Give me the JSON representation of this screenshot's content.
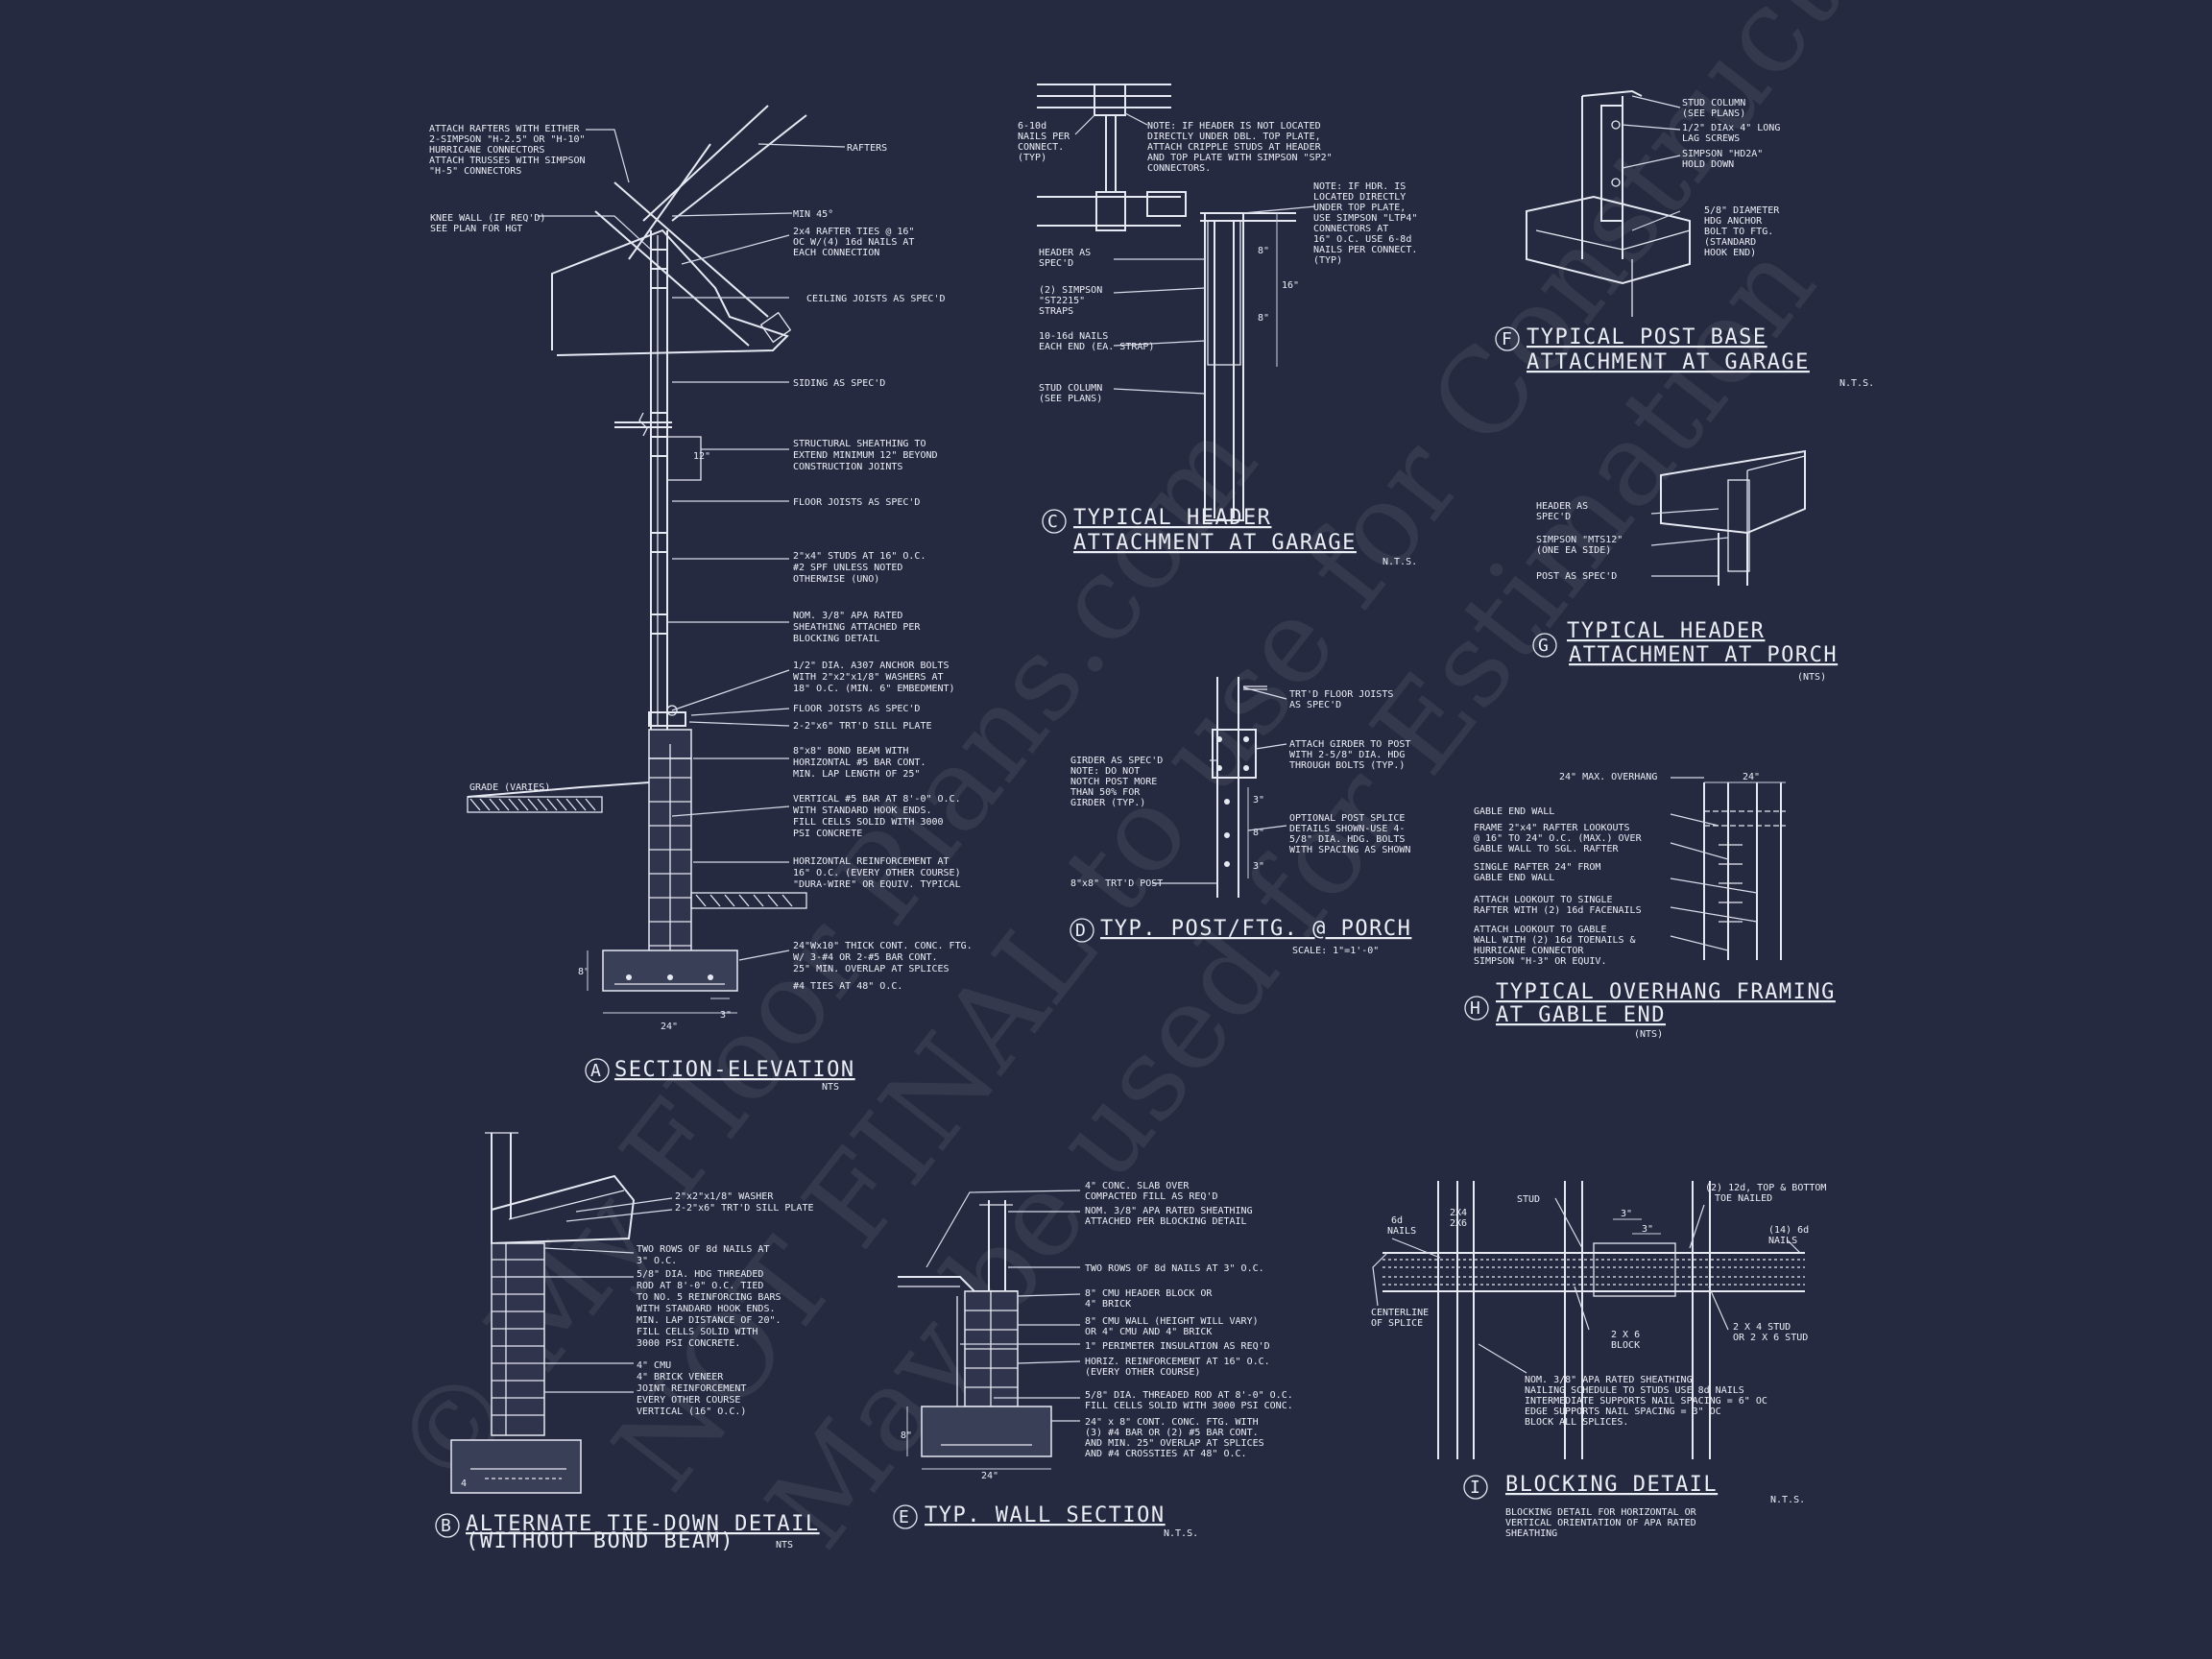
{
  "watermark": {
    "line1": "© My Floor Plans.com",
    "line2": "NOT FINAL to use for Construction",
    "line3": "May be used for Estimation"
  },
  "details": {
    "A": {
      "tag": "A",
      "title": "SECTION-ELEVATION",
      "scale": "NTS",
      "notes": [
        "ATTACH RAFTERS WITH EITHER",
        "2-SIMPSON \"H-2.5\" OR \"H-10\"",
        "HURRICANE CONNECTORS",
        "ATTACH TRUSSES WITH SIMPSON",
        "\"H-5\" CONNECTORS"
      ],
      "knee": [
        "KNEE WALL (IF REQ'D)",
        "SEE PLAN FOR HGT"
      ],
      "rafters": "RAFTERS",
      "min45": "MIN 45°",
      "ties": [
        "2x4 RAFTER TIES @ 16\"",
        "OC W/(4) 16d NAILS AT",
        "EACH CONNECTION"
      ],
      "ceiling": "CEILING JOISTS AS SPEC'D",
      "siding": "SIDING AS SPEC'D",
      "sheathing": [
        "STRUCTURAL SHEATHING TO",
        "EXTEND MINIMUM 12\" BEYOND",
        "CONSTRUCTION JOINTS"
      ],
      "floor1": "FLOOR JOISTS AS SPEC'D",
      "studs": [
        "2\"x4\" STUDS AT 16\" O.C.",
        "#2 SPF UNLESS NOTED",
        "OTHERWISE (UNO)"
      ],
      "apa": [
        "NOM. 3/8\" APA RATED",
        "SHEATHING ATTACHED PER",
        "BLOCKING DETAIL"
      ],
      "anchor": [
        "1/2\" DIA. A307 ANCHOR BOLTS",
        "WITH 2\"x2\"x1/8\" WASHERS AT",
        "18\" O.C. (MIN. 6\" EMBEDMENT)"
      ],
      "floor2": "FLOOR JOISTS AS SPEC'D",
      "sill": "2-2\"x6\" TRT'D SILL PLATE",
      "bond": [
        "8\"x8\" BOND BEAM WITH",
        "HORIZONTAL #5 BAR CONT.",
        "MIN. LAP LENGTH OF 25\""
      ],
      "vert": [
        "VERTICAL #5 BAR AT 8'-0\" O.C.",
        "WITH STANDARD HOOK ENDS.",
        "FILL CELLS SOLID WITH 3000",
        "PSI CONCRETE"
      ],
      "horiz": [
        "HORIZONTAL REINFORCEMENT AT",
        "16\" O.C. (EVERY OTHER COURSE)",
        "\"DURA-WIRE\" OR EQUIV. TYPICAL"
      ],
      "ftg": [
        "24\"Wx10\" THICK CONT. CONC. FTG.",
        "W/ 3-#4 OR 2-#5 BAR CONT.",
        "25\" MIN. OVERLAP AT SPLICES",
        "#4 TIES AT 48\" O.C."
      ],
      "grade": "GRADE (VARIES)",
      "dim12": "12\"",
      "dim8": "8\"",
      "dim24": "24\"",
      "dim3": "3\""
    },
    "B": {
      "tag": "B",
      "title": "ALTERNATE TIE-DOWN DETAIL",
      "subtitle": "(WITHOUT BOND BEAM)",
      "scale": "NTS",
      "notes1": [
        "2\"x2\"x1/8\" WASHER",
        "2-2\"x6\" TRT'D SILL PLATE"
      ],
      "notes2": [
        "TWO ROWS OF 8d NAILS AT",
        "3\" O.C."
      ],
      "notes3": [
        "5/8\" DIA. HDG THREADED",
        "ROD AT 8'-0\" O.C. TIED",
        "TO NO. 5 REINFORCING BARS",
        "WITH STANDARD HOOK ENDS.",
        "MIN. LAP DISTANCE OF 20\".",
        "FILL CELLS SOLID WITH",
        "3000 PSI CONCRETE."
      ],
      "notes4": [
        "4\" CMU",
        "4\" BRICK VENEER",
        "JOINT REINFORCEMENT",
        "EVERY OTHER COURSE",
        "VERTICAL (16\" O.C.)"
      ],
      "dim4": "4"
    },
    "C": {
      "tag": "C",
      "title1": "TYPICAL HEADER",
      "title2": "ATTACHMENT AT GARAGE",
      "scale": "N.T.S.",
      "nails": [
        "6-10d",
        "NAILS PER",
        "CONNECT.",
        "(TYP)"
      ],
      "note1": [
        "NOTE: IF HEADER IS NOT LOCATED",
        "DIRECTLY UNDER DBL. TOP PLATE,",
        "ATTACH CRIPPLE STUDS AT HEADER",
        "AND TOP PLATE WITH SIMPSON \"SP2\"",
        "CONNECTORS."
      ],
      "note2": [
        "NOTE: IF HDR. IS",
        "LOCATED DIRECTLY",
        "UNDER TOP PLATE,",
        "USE SIMPSON \"LTP4\"",
        "CONNECTORS AT",
        "16\" O.C.  USE 6-8d",
        "NAILS PER CONNECT.",
        "(TYP)"
      ],
      "header": [
        "HEADER AS",
        "SPEC'D"
      ],
      "straps": [
        "(2) SIMPSON",
        "\"ST2215\"",
        "STRAPS"
      ],
      "nails16": [
        "10-16d NAILS",
        "EACH END (EA. STRAP)"
      ],
      "stud": [
        "STUD COLUMN",
        "(SEE PLANS)"
      ],
      "d8a": "8\"",
      "d16": "16\"",
      "d8b": "8\""
    },
    "D": {
      "tag": "D",
      "title": "TYP. POST/FTG. @ PORCH",
      "scale": "SCALE: 1\"=1'-0\"",
      "trtd": [
        "TRT'D FLOOR JOISTS",
        "AS SPEC'D"
      ],
      "girder": [
        "GIRDER AS SPEC'D",
        "NOTE: DO NOT",
        "NOTCH POST MORE",
        "THAN 50% FOR",
        "GIRDER (TYP.)"
      ],
      "attach": [
        "ATTACH GIRDER TO POST",
        "WITH 2-5/8\" DIA. HDG",
        "THROUGH BOLTS (TYP.)"
      ],
      "splice": [
        "OPTIONAL POST SPLICE",
        "DETAILS SHOWN-USE 4-",
        "5/8\" DIA. HDG. BOLTS",
        "WITH SPACING AS SHOWN"
      ],
      "post": "8\"x8\" TRT'D POST",
      "d1": "3\"",
      "d2": "8\"",
      "d3": "3\""
    },
    "E": {
      "tag": "E",
      "title": "TYP. WALL SECTION",
      "scale": "N.T.S.",
      "n1": [
        "4\" CONC. SLAB OVER",
        "COMPACTED FILL AS REQ'D"
      ],
      "n2": [
        "NOM. 3/8\" APA RATED SHEATHING",
        "ATTACHED PER BLOCKING DETAIL"
      ],
      "n3": "TWO ROWS OF 8d NAILS AT 3\" O.C.",
      "n4": [
        "8\" CMU HEADER BLOCK OR",
        "4\" BRICK"
      ],
      "n5": [
        "8\" CMU WALL (HEIGHT WILL VARY)",
        "OR 4\" CMU AND 4\" BRICK"
      ],
      "n6": "1\" PERIMETER INSULATION AS REQ'D",
      "n7": [
        "HORIZ. REINFORCEMENT AT 16\" O.C.",
        "(EVERY OTHER COURSE)"
      ],
      "n8": [
        "5/8\" DIA. THREADED ROD AT 8'-0\" O.C.",
        "FILL CELLS SOLID WITH 3000 PSI CONC."
      ],
      "n9": [
        "24\" x 8\" CONT. CONC. FTG. WITH",
        "(3) #4 BAR OR (2) #5 BAR CONT.",
        "AND MIN. 25\" OVERLAP AT SPLICES",
        "AND #4 CROSSTIES AT 48\" O.C."
      ],
      "d24": "24\"",
      "d8": "8\""
    },
    "F": {
      "tag": "F",
      "title1": "TYPICAL POST BASE",
      "title2": "ATTACHMENT AT GARAGE",
      "scale": "N.T.S.",
      "n1": [
        "STUD COLUMN",
        "(SEE PLANS)"
      ],
      "n2": [
        "1/2\" DIAx 4\" LONG",
        "LAG SCREWS"
      ],
      "n3": [
        "SIMPSON \"HD2A\"",
        "HOLD DOWN"
      ],
      "n4": [
        "5/8\" DIAMETER",
        "HDG ANCHOR",
        "BOLT TO FTG.",
        "(STANDARD",
        "HOOK END)"
      ]
    },
    "G": {
      "tag": "G",
      "title1": "TYPICAL HEADER",
      "title2": "ATTACHMENT AT PORCH",
      "scale": "(NTS)",
      "n1": [
        "HEADER AS",
        "SPEC'D"
      ],
      "n2": [
        "SIMPSON \"MTS12\"",
        "(ONE EA SIDE)"
      ],
      "n3": "POST AS SPEC'D"
    },
    "H": {
      "tag": "H",
      "title1": "TYPICAL OVERHANG FRAMING",
      "title2": "AT GABLE END",
      "scale": "(NTS)",
      "max": "24\" MAX. OVERHANG",
      "d24": "24\"",
      "n1": "GABLE END WALL",
      "n2": [
        "FRAME 2\"x4\" RAFTER LOOKOUTS",
        "@ 16\" TO 24\" O.C. (MAX.) OVER",
        "GABLE WALL TO SGL. RAFTER"
      ],
      "n3": [
        "SINGLE RAFTER 24\" FROM",
        "GABLE END WALL"
      ],
      "n4": [
        "ATTACH LOOKOUT TO SINGLE",
        "RAFTER WITH (2) 16d FACENAILS"
      ],
      "n5": [
        "ATTACH LOOKOUT TO GABLE",
        "WALL WITH (2) 16d TOENAILS &",
        "HURRICANE CONNECTOR",
        "SIMPSON \"H-3\" OR EQUIV."
      ]
    },
    "I": {
      "tag": "I",
      "title": "BLOCKING DETAIL",
      "scale": "N.T.S.",
      "desc": [
        "BLOCKING DETAIL FOR HORIZONTAL OR",
        "VERTICAL ORIENTATION OF APA RATED",
        "SHEATHING"
      ],
      "n6d": [
        "6d",
        "NAILS"
      ],
      "n2x4": [
        "2X4",
        "2X6"
      ],
      "stud": "STUD",
      "toe": [
        "(2) 12d, TOP & BOTTOM",
        "TOE NAILED"
      ],
      "n14": [
        "(14) 6d",
        "NAILS"
      ],
      "d3a": "3\"",
      "d3b": "3\"",
      "center": [
        "CENTERLINE",
        "OF SPLICE"
      ],
      "block": [
        "2 X 6",
        "BLOCK"
      ],
      "stud2": [
        "2 X 4 STUD",
        "OR 2 X 6 STUD"
      ],
      "nom": [
        "NOM. 3/8\" APA RATED SHEATHING",
        "NAILING SCHEDULE TO STUDS USE 8d NAILS",
        "INTERMEDIATE SUPPORTS NAIL SPACING = 6\" OC",
        "EDGE SUPPORTS NAIL SPACING = 3\" OC",
        "BLOCK ALL SPLICES."
      ]
    }
  }
}
